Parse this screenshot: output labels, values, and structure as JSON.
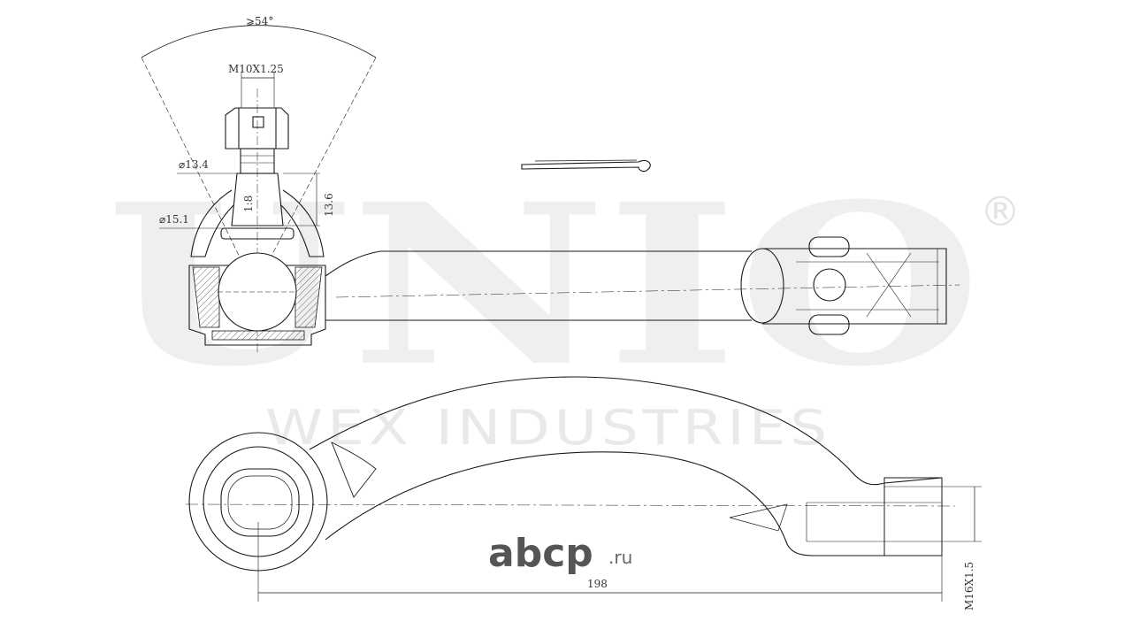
{
  "watermark": {
    "brand": "UNIO",
    "registered": "®",
    "sub": "WEX INDUSTRIES"
  },
  "site_logo": {
    "name": "abcp",
    "tld": ".ru"
  },
  "dimensions": {
    "angle": "⩾54°",
    "thread_top": "M10X1.25",
    "dia_small": "⌀13.4",
    "taper": "1:8",
    "height": "13.6",
    "dia_large": "⌀15.1",
    "length": "198",
    "thread_end": "M16X1.5"
  },
  "colors": {
    "line": "#1a1a1a",
    "watermark": "#efefef",
    "logo": "#555555"
  }
}
